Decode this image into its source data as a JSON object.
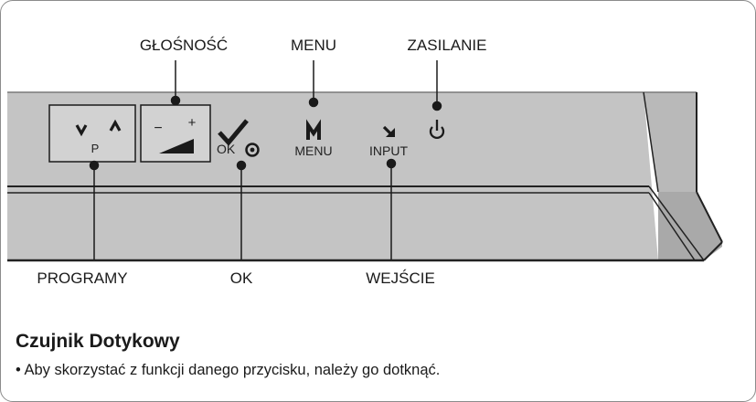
{
  "callouts": {
    "volume": "GŁOŚNOŚĆ",
    "menu": "MENU",
    "power": "ZASILANIE",
    "programs": "PROGRAMY",
    "ok": "OK",
    "input": "WEJŚCIE"
  },
  "panel": {
    "program_letter": "P",
    "ok_label": "OK",
    "menu_label": "MENU",
    "input_label": "INPUT",
    "volume_minus": "−",
    "volume_plus": "+"
  },
  "icons": [
    "chevron-down-icon",
    "chevron-up-icon",
    "volume-ramp-icon",
    "checkmark-icon",
    "ok-circle-icon",
    "menu-m-icon",
    "input-arrow-icon",
    "power-icon"
  ],
  "colors": {
    "panel": "#c4c4c4",
    "panel_edge": "#1e1e1e",
    "text": "#1a1a1a"
  },
  "section": {
    "heading": "Czujnik Dotykowy",
    "bullet": "• Aby skorzystać z funkcji danego przycisku, należy go dotknąć."
  }
}
